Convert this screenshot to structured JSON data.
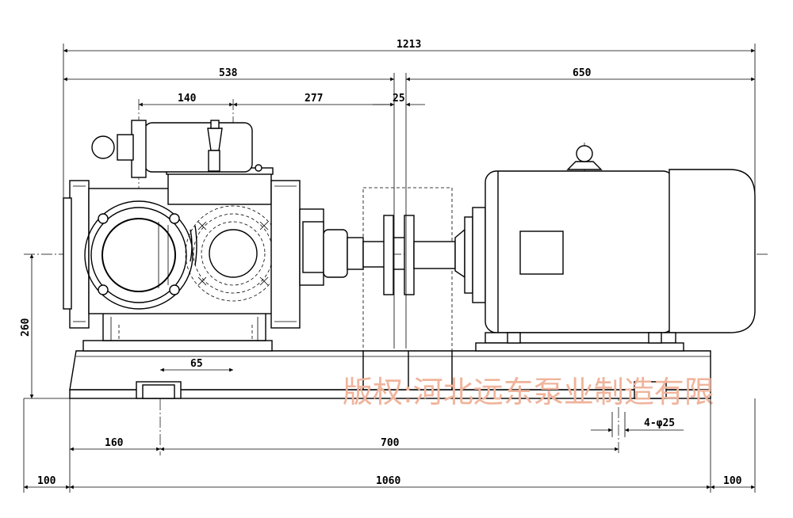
{
  "dimensions": {
    "overall_length": "1213",
    "pump_length": "538",
    "motor_length": "650",
    "flange_offset": "140",
    "pump_body": "277",
    "coupling_gap": "25",
    "foot_offset": "65",
    "center_height": "260",
    "base_left": "160",
    "bolt_span": "700",
    "bolt_holes": "4-φ25",
    "left_margin": "100",
    "base_length": "1060",
    "right_margin": "100"
  },
  "watermark": "版权:河北远东泵业制造有限",
  "colors": {
    "line": "#000000",
    "watermark": "#f0b49c",
    "background": "#ffffff"
  }
}
